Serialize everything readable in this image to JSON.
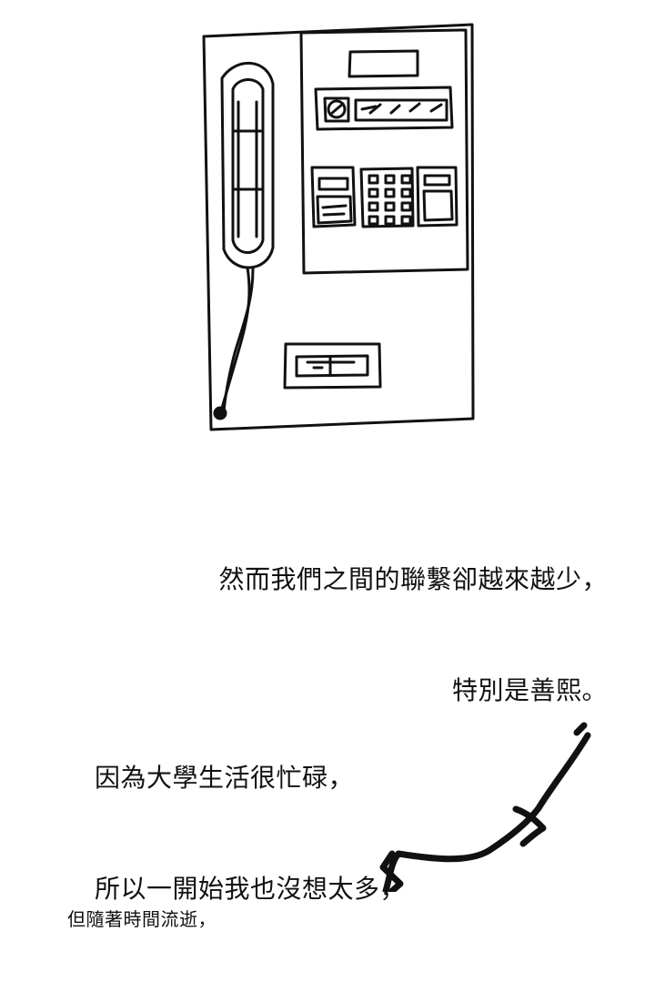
{
  "captions": {
    "first": {
      "line1": "然而我們之間的聯繫卻越來越少，",
      "line2": "特別是善熙。"
    },
    "second": {
      "line1": "因為大學生活很忙碌，",
      "line2": "所以一開始我也沒想太多，"
    },
    "third": {
      "line1": "但隨著時間流逝，"
    }
  },
  "colors": {
    "ink": "#111111",
    "paper": "#ffffff"
  },
  "icons": {
    "phone": "payphone-illustration",
    "cord": "telephone-cord",
    "scribble": "ink-line"
  }
}
